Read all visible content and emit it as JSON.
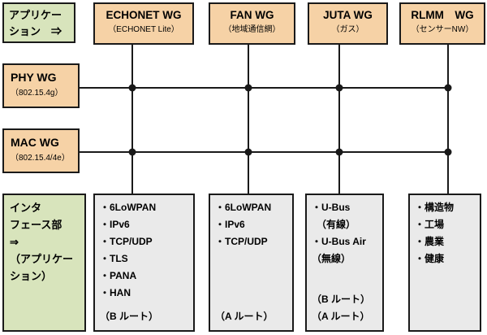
{
  "colors": {
    "orange": "#F6D2A6",
    "green": "#D8E4BC",
    "gray": "#EAEAEA",
    "border": "#1A1A1A",
    "line": "#1A1A1A"
  },
  "app_arrow_box": {
    "lines": [
      "アプリケー",
      "ション　⇒"
    ]
  },
  "top_wgs": [
    {
      "title": "ECHONET WG",
      "subtitle": "（ECHONET Lite）"
    },
    {
      "title": "FAN WG",
      "subtitle": "（地域通信網）"
    },
    {
      "title": "JUTA WG",
      "subtitle": "（ガス）"
    },
    {
      "title": "RLMM　WG",
      "subtitle": "（センサーNW）"
    }
  ],
  "side_wgs": [
    {
      "title": "PHY WG",
      "subtitle": "（802.15.4g）"
    },
    {
      "title": "MAC WG",
      "subtitle": "（802.15.4/4e）"
    }
  ],
  "interface_box": {
    "lines": [
      "インタ",
      "フェース部",
      "⇒",
      "（アプリケー",
      "ション）"
    ]
  },
  "stacks": [
    {
      "items": [
        "・6LoWPAN",
        "・IPv6",
        "・TCP/UDP",
        "・TLS",
        "・PANA",
        "・HAN"
      ],
      "footers": [
        "（B ルート）"
      ]
    },
    {
      "items": [
        "・6LoWPAN",
        "・IPv6",
        "・TCP/UDP"
      ],
      "footers": [
        "（A ルート）"
      ]
    },
    {
      "items": [
        "・U-Bus",
        "　（有線）",
        "・U-Bus Air",
        "（無線）"
      ],
      "footers": [
        "（B ルート）",
        "（A ルート）"
      ]
    },
    {
      "items": [
        "・構造物",
        "・工場",
        "・農業",
        "・健康"
      ],
      "footers": []
    }
  ]
}
